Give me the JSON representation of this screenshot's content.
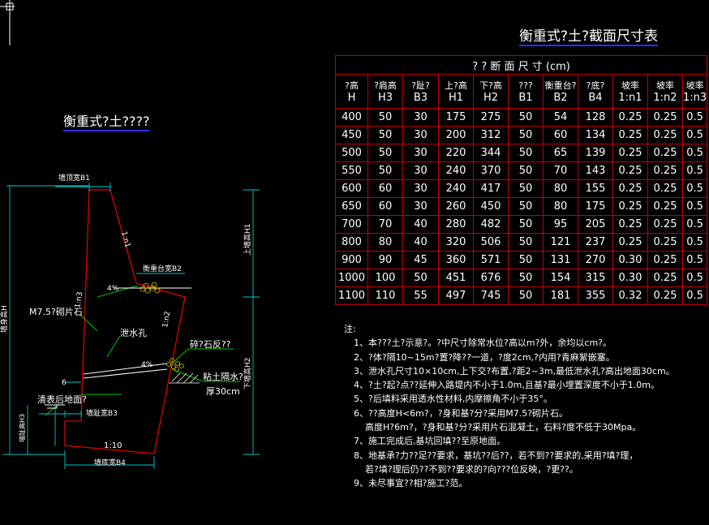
{
  "table_title": "衡重式?土?截面尺寸表",
  "diagram_title": "衡重式?土????",
  "table": {
    "caption": "? ? 断 面 尺 寸 (cm)",
    "headers": [
      [
        "?高",
        "H"
      ],
      [
        "?肩高",
        "H3"
      ],
      [
        "?趾?",
        "B3"
      ],
      [
        "上?高",
        "H1"
      ],
      [
        "下?高",
        "H2"
      ],
      [
        "???",
        "B1"
      ],
      [
        "衡重台?",
        "B2"
      ],
      [
        "?底?",
        "B4"
      ],
      [
        "坡率",
        "1:n1"
      ],
      [
        "坡率",
        "1:n2"
      ],
      [
        "坡率",
        "1:n3"
      ]
    ],
    "rows": [
      [
        "400",
        "50",
        "30",
        "175",
        "275",
        "50",
        "54",
        "128",
        "0.25",
        "0.25",
        "0.5"
      ],
      [
        "450",
        "50",
        "30",
        "200",
        "312",
        "50",
        "60",
        "134",
        "0.25",
        "0.25",
        "0.5"
      ],
      [
        "500",
        "50",
        "30",
        "220",
        "344",
        "50",
        "65",
        "139",
        "0.25",
        "0.25",
        "0.5"
      ],
      [
        "550",
        "50",
        "30",
        "240",
        "370",
        "50",
        "70",
        "143",
        "0.25",
        "0.25",
        "0.5"
      ],
      [
        "600",
        "60",
        "30",
        "240",
        "417",
        "50",
        "80",
        "155",
        "0.25",
        "0.25",
        "0.5"
      ],
      [
        "650",
        "60",
        "30",
        "260",
        "450",
        "50",
        "80",
        "175",
        "0.25",
        "0.25",
        "0.5"
      ],
      [
        "700",
        "70",
        "40",
        "280",
        "482",
        "50",
        "95",
        "205",
        "0.25",
        "0.25",
        "0.5"
      ],
      [
        "800",
        "80",
        "40",
        "320",
        "506",
        "50",
        "121",
        "237",
        "0.25",
        "0.25",
        "0.5"
      ],
      [
        "900",
        "90",
        "45",
        "360",
        "571",
        "50",
        "131",
        "270",
        "0.30",
        "0.25",
        "0.5"
      ],
      [
        "1000",
        "100",
        "50",
        "451",
        "676",
        "50",
        "154",
        "315",
        "0.30",
        "0.25",
        "0.5"
      ],
      [
        "1100",
        "110",
        "55",
        "497",
        "745",
        "50",
        "181",
        "355",
        "0.32",
        "0.25",
        "0.5"
      ]
    ]
  },
  "notes": [
    "注:",
    "1、本???土?示意?。?中尺寸除常水位?高以m?外，余均以cm?。",
    "2、?体?隔10~15m?置?降??一道，?度2cm,?内用?青麻絮嵌塞。",
    "3、泄水孔尺寸10×10cm,上下交?布置,?距2~3m,最低泄水孔?高出地面30cm。",
    "4、?土?起?点??延伸入路堤内不小于1.0m,且基?最小埋置深度不小于1.0m。",
    "5、?后填料采用透水性材料,内摩擦角不小于35°。",
    "6、??高度H<6m?，?身和基?分?采用M7.5?砌片石。",
    "高度H?6m?，?身和基?分?采用片石混凝土，石料?度不低于30Mpa。",
    "7、施工完成后,基坑回填??至原地面。",
    "8、地基承?力??足??要求，基坑??后??，若不到??要求的,采用?填?理，",
    "若?填?理后仍??不到??要求的?向???位反映，?更??。",
    "9、未尽事宜??相?施工?范。"
  ],
  "diagram": {
    "labels": {
      "b1": "墙顶宽B1",
      "slope_n1": "1:n1",
      "b2": "衡重台宽B2",
      "pct_upper": "4%",
      "pct_lower": "4%",
      "slope_n3": "1:n3",
      "slope_n2": "1:n2",
      "material": "M7.5?砌片石",
      "drain_hole": "泄水孔",
      "gravel": "碎?石反??",
      "clay": "粘土隔水?",
      "clay_thickness": "厚30cm",
      "six": "6",
      "ground": "清表后地面?",
      "b3": "墙趾宽B3",
      "base_slope": "1:10",
      "b4": "墙底宽B4",
      "wall_height": "墙身高H",
      "h3": "墙趾高H3",
      "h1": "上墙高H1",
      "h2": "下墙高H2"
    }
  }
}
